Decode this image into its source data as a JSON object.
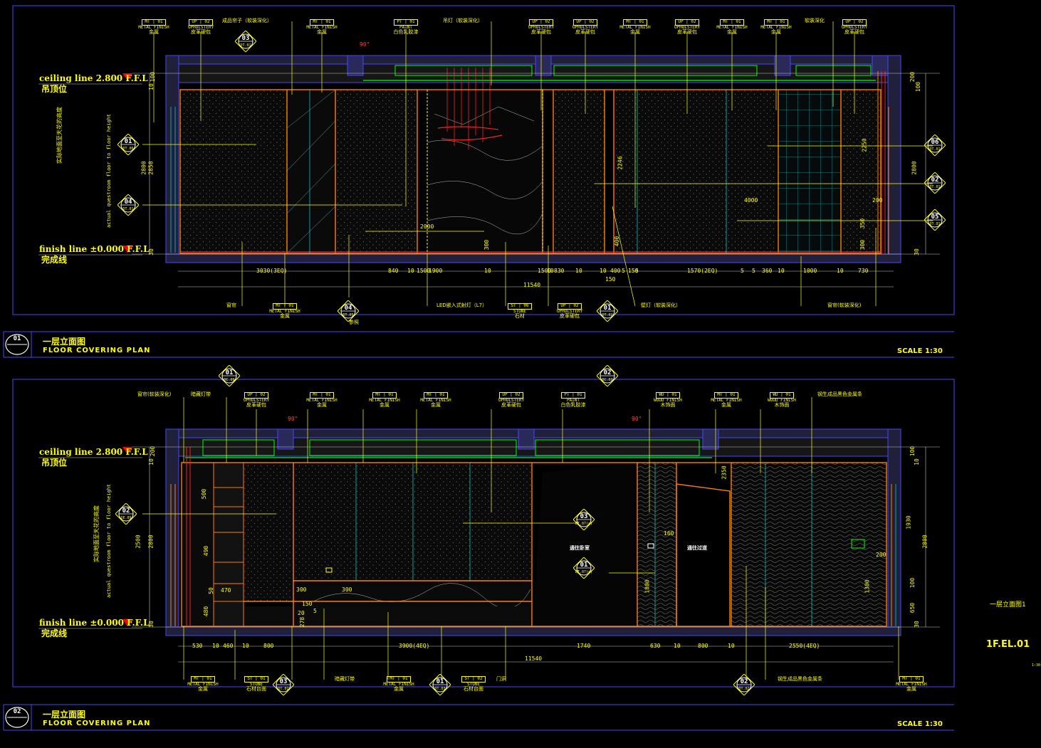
{
  "colors": {
    "background": "#000000",
    "frame": "#4646ff",
    "wall_outline": "#ff7f00",
    "leader": "#ffff00",
    "text": "#ffff00",
    "ceiling_light": "#00ff00",
    "cyan": "#00ffff",
    "red": "#ff0000"
  },
  "side_panel": {
    "drawing_name": "一层立面图1",
    "drawing_code": "1F.EL.01",
    "scale": "1:30"
  },
  "elevation_1": {
    "title_cn": "一层立面图",
    "title_en": "FLOOR COVERING PLAN",
    "scale": "SCALE 1:30",
    "number": "01",
    "ceiling_level_en": "ceiling line 2.800 F.F.L",
    "ceiling_level_cn": "吊顶位",
    "finish_level_en": "finish line ±0.000 F.F.L",
    "finish_level_cn": "完成线",
    "height_note_cn": "实际地面至天花的高度",
    "height_note_en": "actual questroom floor to floor height",
    "top_tags": [
      {
        "code": "MT",
        "num": "01",
        "name": "METAL FINISH",
        "cn": "金属"
      },
      {
        "code": "UP",
        "num": "02",
        "name": "UPHOLSTERY",
        "cn": "皮革硬包"
      },
      {
        "code": "MT",
        "num": "01",
        "name": "METAL FINISH",
        "cn": "金属"
      },
      {
        "code": "PT",
        "num": "01",
        "name": "PAINT",
        "cn": "白色乳胶漆"
      },
      {
        "code": "UP",
        "num": "02",
        "name": "UPHOLSTERY",
        "cn": "皮革硬包"
      },
      {
        "code": "UP",
        "num": "02",
        "name": "UPHOLSTERY",
        "cn": "皮革硬包"
      },
      {
        "code": "MT",
        "num": "01",
        "name": "METAL FINISH",
        "cn": "金属"
      },
      {
        "code": "UP",
        "num": "02",
        "name": "UPHOLSTERY",
        "cn": "皮革硬包"
      },
      {
        "code": "MT",
        "num": "01",
        "name": "METAL FINISH",
        "cn": "金属"
      },
      {
        "code": "MT",
        "num": "01",
        "name": "METAL FINISH",
        "cn": "金属"
      },
      {
        "code": "UP",
        "num": "02",
        "name": "UPHOLSTERY",
        "cn": "皮革硬包"
      }
    ],
    "top_notes": [
      "成品帘子（软装深化）",
      "吊灯（软装深化）",
      "软装深化"
    ],
    "angle": "90°",
    "left_dims": [
      "100",
      "10",
      "2850",
      "2800",
      "30"
    ],
    "right_dims": [
      "200",
      "100",
      "2800",
      "30"
    ],
    "inner_dims": [
      "2246",
      "2250",
      "4000",
      "2000",
      "300",
      "400",
      "350",
      "300",
      "200"
    ],
    "bottom_dims": [
      "3030(3EQ)",
      "840",
      "10",
      "1500",
      "1900",
      "10",
      "1500",
      "10",
      "830",
      "10",
      "10",
      "400",
      "5",
      "150",
      "5",
      "1570(2EQ)",
      "5",
      "5",
      "360",
      "10",
      "1000",
      "10",
      "730"
    ],
    "bottom_total": "11540",
    "bottom_sub": "150",
    "bottom_callouts": [
      {
        "text": "窗帘"
      },
      {
        "code": "MT",
        "num": "01",
        "name": "METAL FINISH",
        "cn": "金属"
      },
      {
        "text": "参照"
      },
      {
        "text": "LED嵌入式射灯（L7）"
      },
      {
        "code": "ST",
        "num": "06",
        "name": "STONE",
        "cn": "石材"
      },
      {
        "code": "UP",
        "num": "02",
        "name": "UPHOLSTERY",
        "cn": "皮革硬包"
      },
      {
        "text": "壁灯（软装深化）"
      },
      {
        "text": "窗帘(软装深化)"
      }
    ],
    "bubbles": [
      {
        "n": "03",
        "r": "DT.01"
      },
      {
        "n": "01",
        "r": "DT.06"
      },
      {
        "n": "04",
        "r": "DT.01"
      },
      {
        "n": "04",
        "r": "DT.05"
      },
      {
        "n": "01",
        "r": "DT.02"
      },
      {
        "n": "06",
        "r": "DT.01"
      },
      {
        "n": "02",
        "r": "DT.01"
      },
      {
        "n": "05",
        "r": "DT.01"
      }
    ]
  },
  "elevation_2": {
    "title_cn": "一层立面图",
    "title_en": "FLOOR COVERING PLAN",
    "scale": "SCALE 1:30",
    "number": "02",
    "ceiling_level_en": "ceiling line 2.800 F.F.L",
    "ceiling_level_cn": "吊顶位",
    "finish_level_en": "finish line ±0.000 F.F.L",
    "finish_level_cn": "完成线",
    "height_note_cn": "实际地面至天花的高度",
    "height_note_en": "actual questroom floor to floor height",
    "top_tags": [
      {
        "code": "UP",
        "num": "02",
        "name": "UPHOLSTERY",
        "cn": "皮革硬包"
      },
      {
        "code": "MT",
        "num": "01",
        "name": "METAL FINISH",
        "cn": "金属"
      },
      {
        "code": "MT",
        "num": "01",
        "name": "METAL FINISH",
        "cn": "金属"
      },
      {
        "code": "MT",
        "num": "01",
        "name": "METAL FINISH",
        "cn": "金属"
      },
      {
        "code": "UP",
        "num": "02",
        "name": "UPHOLSTERY",
        "cn": "皮革硬包"
      },
      {
        "code": "PT",
        "num": "01",
        "name": "PAINT",
        "cn": "白色乳胶漆"
      },
      {
        "code": "WD",
        "num": "01",
        "name": "WOOD FINISH",
        "cn": "木饰面"
      },
      {
        "code": "MT",
        "num": "01",
        "name": "METAL FINISH",
        "cn": "金属"
      },
      {
        "code": "WD",
        "num": "01",
        "name": "WOOD FINISH",
        "cn": "木饰面"
      }
    ],
    "top_notes": [
      "窗帘(软装深化)",
      "暗藏灯带",
      "钢生成品黑色金属条"
    ],
    "angles": [
      "90°",
      "90°"
    ],
    "left_dims": [
      "200",
      "10",
      "2500",
      "2800",
      "30"
    ],
    "right_dims": [
      "100",
      "10",
      "1930",
      "2800",
      "100",
      "650",
      "30"
    ],
    "inner_dims": [
      "2350",
      "1800",
      "160",
      "200",
      "1300",
      "300",
      "300",
      "500",
      "470",
      "490",
      "480",
      "50",
      "150",
      "20",
      "278",
      "5"
    ],
    "bottom_dims": [
      "530",
      "10",
      "460",
      "10",
      "800",
      "3900(4EQ)",
      "1740",
      "630",
      "10",
      "800",
      "10",
      "2550(4EQ)"
    ],
    "bottom_total": "11540",
    "mid_notes": [
      "通往卧室",
      "通往过道"
    ],
    "bottom_callouts": [
      {
        "code": "MT",
        "num": "01",
        "name": "METAL FINISH",
        "cn": "金属"
      },
      {
        "code": "ST",
        "num": "01",
        "name": "STONE",
        "cn": "石材台面"
      },
      {
        "text": "暗藏灯带"
      },
      {
        "code": "MT",
        "num": "01",
        "name": "METAL FINISH",
        "cn": "金属"
      },
      {
        "code": "ST",
        "num": "02",
        "name": "STONE",
        "cn": "石材台面"
      },
      {
        "text": "门洞"
      },
      {
        "text": "钢生成品黑色金属条"
      },
      {
        "code": "MT",
        "num": "01",
        "name": "METAL FINISH",
        "cn": "金属"
      }
    ],
    "bubbles": [
      {
        "n": "01",
        "r": "DC.09"
      },
      {
        "n": "02",
        "r": "DC.03"
      },
      {
        "n": "02",
        "r": "DE.09"
      },
      {
        "n": "03",
        "r": "DT.07(a)"
      },
      {
        "n": "01",
        "r": "DT.07(a)"
      },
      {
        "n": "03",
        "r": "DT.02"
      },
      {
        "n": "01",
        "r": "DT.03"
      },
      {
        "n": "02",
        "r": "DT.02"
      }
    ]
  }
}
